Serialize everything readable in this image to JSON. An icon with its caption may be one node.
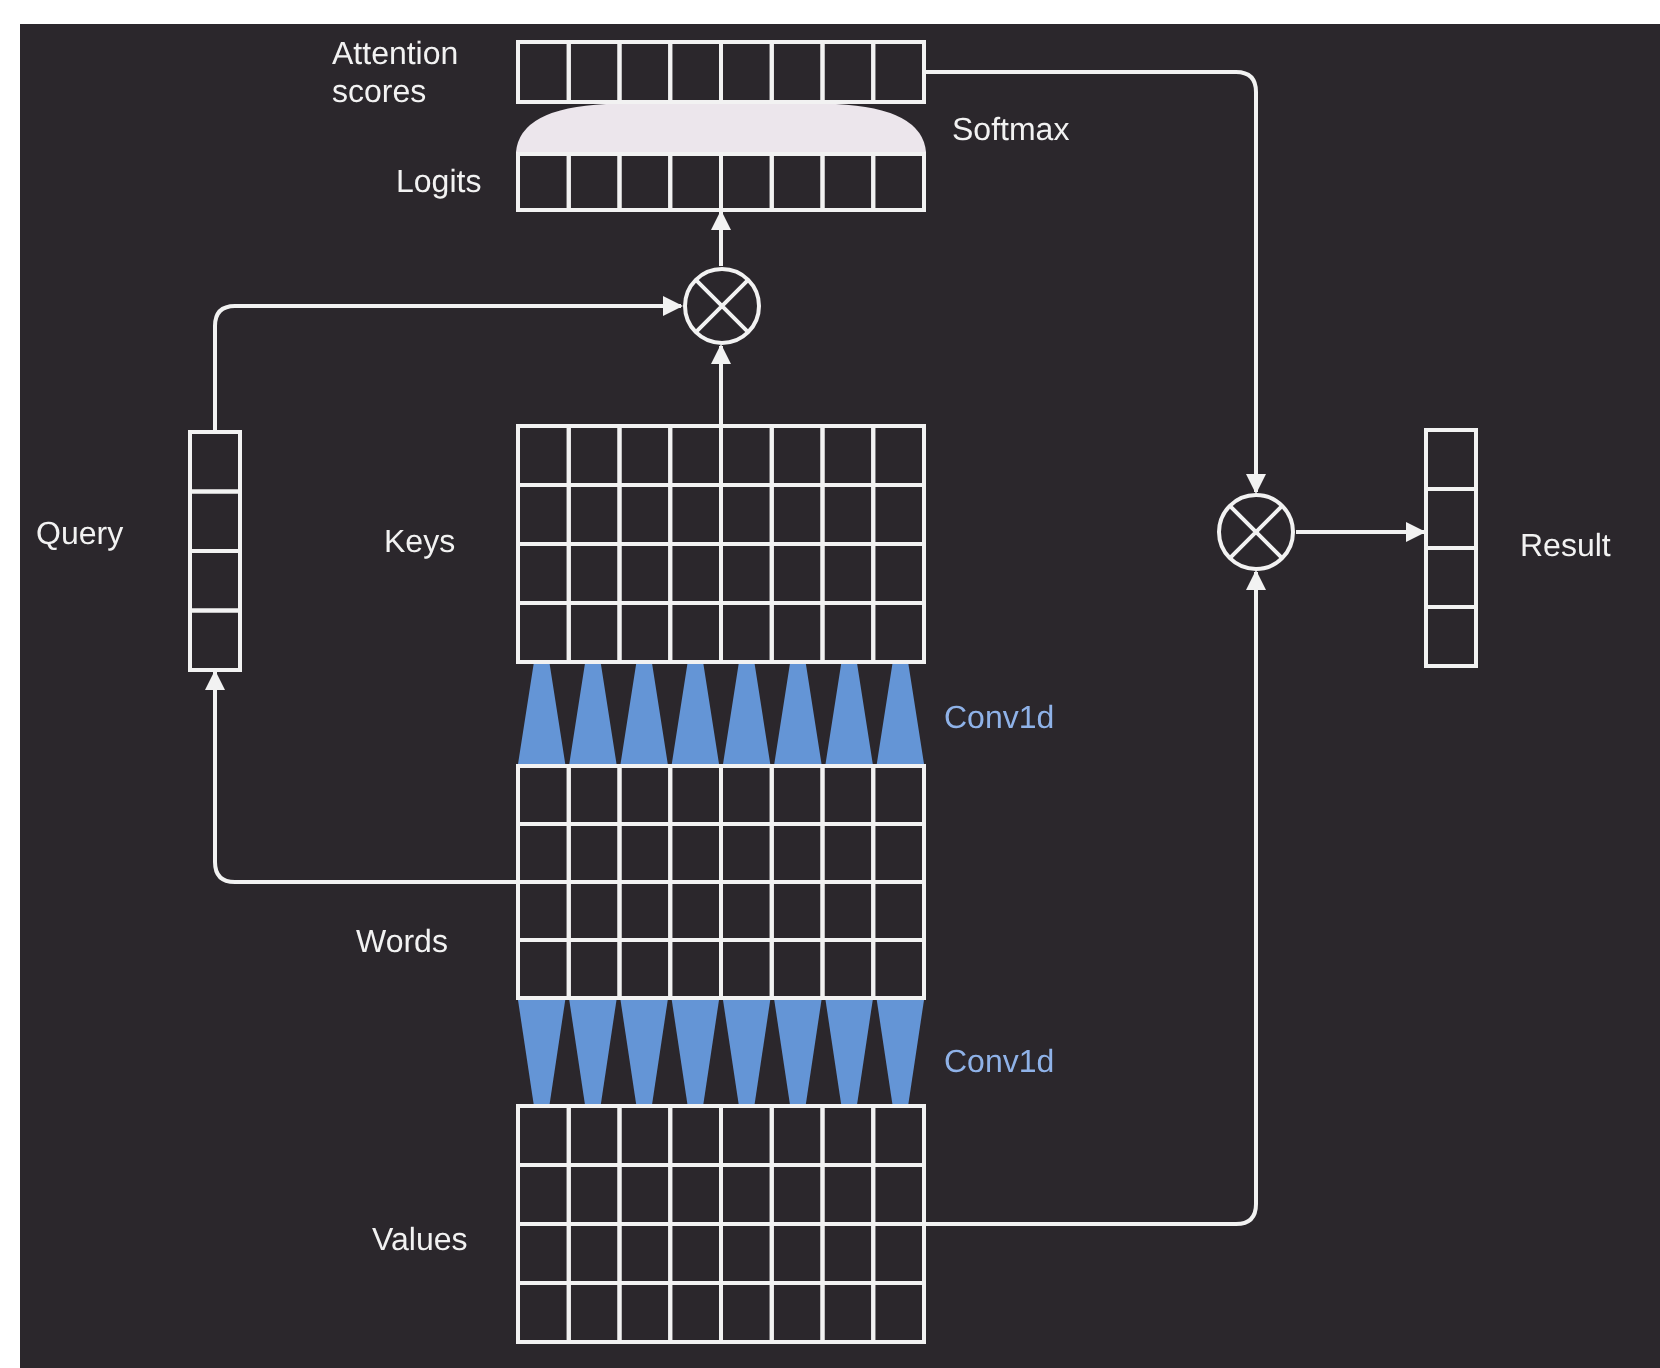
{
  "diagram": {
    "nodes": [
      {
        "text": [
          "Attention scores"
        ]
      },
      {
        "text": [
          "Softmax"
        ]
      },
      {
        "text": [
          "Logits"
        ]
      },
      {
        "text": [],
        "shape": "circle"
      },
      {
        "text": [
          "Query"
        ]
      },
      {
        "text": [
          "Keys"
        ]
      },
      {
        "text": [],
        "shape": "circle"
      },
      {
        "text": [
          "Result"
        ]
      },
      {
        "text": [
          "Conv1d"
        ]
      },
      {
        "text": [
          "Words"
        ]
      },
      {
        "text": [
          "Conv1d"
        ]
      },
      {
        "text": [
          "Values"
        ]
      }
    ],
    "edges": [
      {
        "from": 5,
        "to": 3,
        "arrow": "to"
      },
      {
        "from": 3,
        "to": 2,
        "arrow": "to"
      },
      {
        "from": 4,
        "to": 3,
        "arrow": "to"
      },
      {
        "from": 9,
        "to": 4,
        "arrow": "to"
      },
      {
        "from": 0,
        "to": 6,
        "arrow": "to"
      },
      {
        "from": 11,
        "to": 6,
        "arrow": "to"
      },
      {
        "from": 6,
        "to": 7,
        "arrow": "to"
      }
    ]
  }
}
